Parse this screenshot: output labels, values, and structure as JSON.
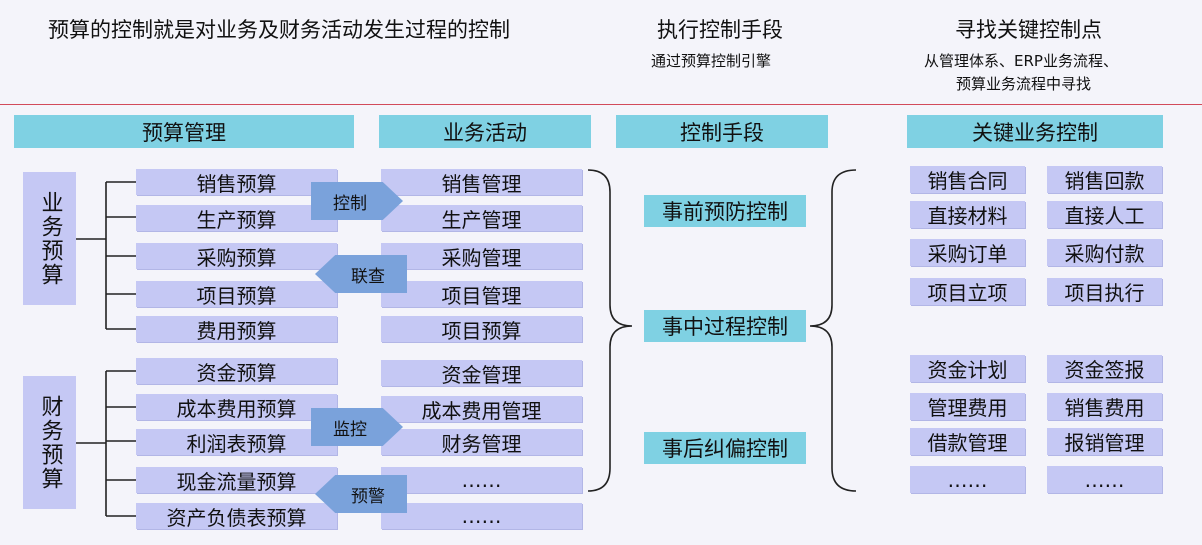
{
  "header": {
    "title": "预算的控制就是对业务及财务活动发生过程的控制",
    "means_title": "执行控制手段",
    "means_sub": "通过预算控制引擎",
    "points_title": "寻找关键控制点",
    "points_sub_1": "从管理体系、ERP业务流程、",
    "points_sub_2": "预算业务流程中寻找"
  },
  "categories": {
    "budget_mgmt": "预算管理",
    "business_activity": "业务活动",
    "control_means": "控制手段",
    "key_control": "关键业务控制"
  },
  "groups": {
    "business_budget": "业务预算",
    "finance_budget": "财务预算"
  },
  "budget_items": [
    "销售预算",
    "生产预算",
    "采购预算",
    "项目预算",
    "费用预算",
    "资金预算",
    "成本费用预算",
    "利润表预算",
    "现金流量预算",
    "资产负债表预算"
  ],
  "activity_items": [
    "销售管理",
    "生产管理",
    "采购管理",
    "项目管理",
    "项目预算",
    "资金管理",
    "成本费用管理",
    "财务管理",
    "……",
    "……"
  ],
  "arrows": {
    "control": "控制",
    "link_query": "联查",
    "monitor": "监控",
    "warning": "预警"
  },
  "control_stages": [
    "事前预防控制",
    "事中过程控制",
    "事后纠偏控制"
  ],
  "key_controls": [
    [
      "销售合同",
      "销售回款"
    ],
    [
      "直接材料",
      "直接人工"
    ],
    [
      "采购订单",
      "采购付款"
    ],
    [
      "项目立项",
      "项目执行"
    ],
    [
      "资金计划",
      "资金签报"
    ],
    [
      "管理费用",
      "销售费用"
    ],
    [
      "借款管理",
      "报销管理"
    ],
    [
      "……",
      "……"
    ]
  ],
  "colors": {
    "category_fill": "#7fd1e3",
    "cell_fill": "#c5c8f4",
    "arrow_fill": "#7aa2db",
    "divider": "#d24a5a"
  }
}
